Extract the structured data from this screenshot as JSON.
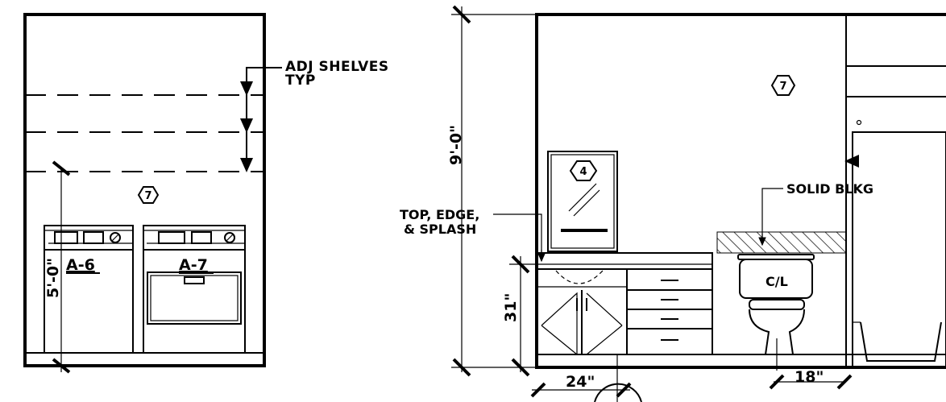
{
  "left_elevation": {
    "shelf_note_line1": "ADJ SHELVES",
    "shelf_note_line2": "TYP",
    "height_dim": "5'-0\"",
    "room_tag": "7",
    "washer_tag": "A-6",
    "dryer_tag": "A-7"
  },
  "right_elevation": {
    "height_dim": "9'-0\"",
    "room_tag": "7",
    "mirror_tag": "4",
    "counter_note_line1": "TOP, EDGE,",
    "counter_note_line2": "& SPLASH",
    "blocking_note": "SOLID BLKG",
    "toilet_label": "C/L",
    "counter_height_dim": "31\"",
    "vanity_width_dim": "24\"",
    "toilet_offset_dim": "18\""
  }
}
